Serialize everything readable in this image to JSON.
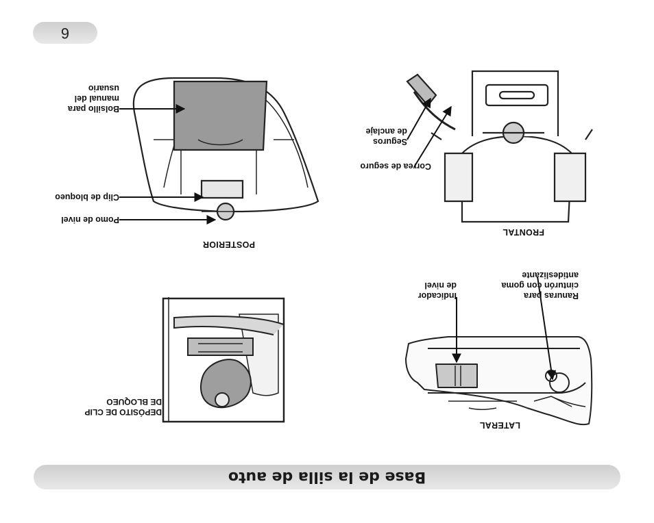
{
  "page": {
    "title": "Base de la silla de auto",
    "page_number": "6"
  },
  "lateral": {
    "caption": "LATERAL",
    "labels": {
      "ranuras_1": "Ranuras para",
      "ranuras_2": "cinturón con goma",
      "ranuras_3": "antideslizante",
      "indicador_1": "Indicador",
      "indicador_2": "de nivel"
    }
  },
  "deposito": {
    "caption_1": "DEPÓSITO DE CLIP",
    "caption_2": "DE BLOQUEO"
  },
  "frontal": {
    "caption": "FRONTAL",
    "labels": {
      "correa": "Correa de seguro",
      "seguros_1": "Seguros",
      "seguros_2": "de anclaje"
    }
  },
  "posterior": {
    "caption": "POSTERIOR",
    "labels": {
      "pomo": "Pomo de nivel",
      "clip": "Clip de bloqueo",
      "bolsillo_1": "Bolsillo para",
      "bolsillo_2": "manual del",
      "bolsillo_3": "usuario"
    }
  }
}
